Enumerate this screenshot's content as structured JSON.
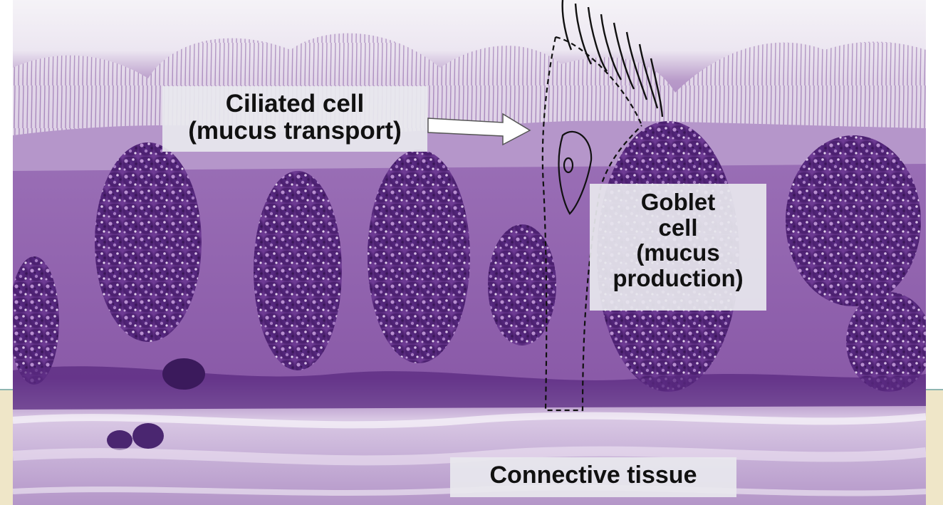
{
  "image": {
    "subject": "histology micrograph of ciliated epithelium",
    "colors": {
      "stain_dark": "#4a1f6e",
      "stain_mid": "#8a55a8",
      "stain_light": "#c9a6d8",
      "slide_band": "#efe6c8",
      "slide_rule": "#8fb6b1"
    }
  },
  "labels": {
    "ciliated": {
      "line1": "Ciliated cell",
      "line2": "(mucus transport)"
    },
    "goblet": {
      "line1": "Goblet",
      "line2": "cell",
      "line3": "(mucus",
      "line4": "production)"
    },
    "connective": {
      "text": "Connective tissue"
    }
  },
  "icons": {
    "pointer": "arrow-right-icon",
    "cell_outline": "ciliated-cell-outline-icon"
  }
}
